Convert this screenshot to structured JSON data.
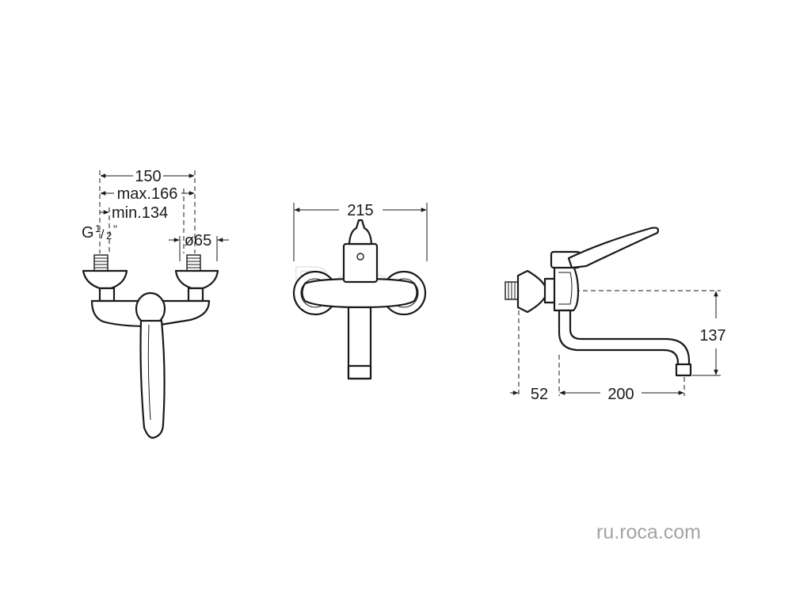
{
  "front_view": {
    "width_label": "150",
    "max_label": "max.166",
    "min_label": "min.134",
    "thread_label": "G",
    "thread_fraction_num": "1",
    "thread_fraction_den": "2",
    "thread_inch_mark": "\"",
    "diameter_label": "ø65"
  },
  "back_view": {
    "width_label": "215",
    "watermark": "Roca"
  },
  "side_view": {
    "wall_offset_label": "52",
    "spout_reach_label": "200",
    "height_label": "137"
  },
  "footer": {
    "website": "ru.roca.com"
  },
  "colors": {
    "line": "#1a1a1a",
    "watermark": "#e4e4e4",
    "website": "#a3a3a3"
  }
}
